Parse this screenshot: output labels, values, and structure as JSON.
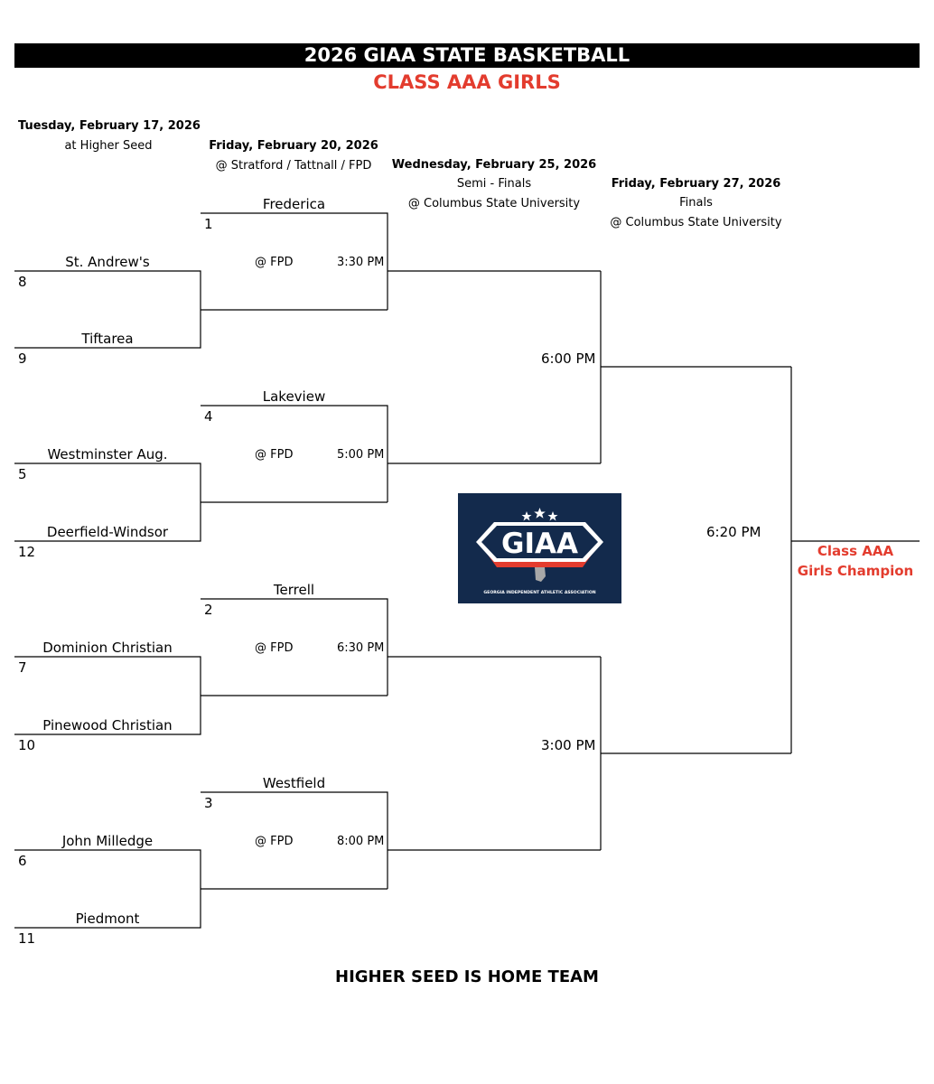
{
  "title": "2026 GIAA STATE BASKETBALL",
  "subtitle": "CLASS AAA GIRLS",
  "rounds": [
    {
      "date": "Tuesday, February 17, 2026",
      "venue": "at Higher Seed"
    },
    {
      "date": "Friday, February 20, 2026",
      "venue": "@ Stratford / Tattnall / FPD"
    },
    {
      "date": "Wednesday, February 25, 2026",
      "round": "Semi - Finals",
      "venue": "@ Columbus State University"
    },
    {
      "date": "Friday, February 27, 2026",
      "round": "Finals",
      "venue": "@ Columbus State University"
    }
  ],
  "first_round": [
    {
      "name": "St. Andrew's",
      "seed": "8"
    },
    {
      "name": "Tiftarea",
      "seed": "9"
    },
    {
      "name": "Westminster Aug.",
      "seed": "5"
    },
    {
      "name": "Deerfield-Windsor",
      "seed": "12"
    },
    {
      "name": "Dominion Christian",
      "seed": "7"
    },
    {
      "name": "Pinewood Christian",
      "seed": "10"
    },
    {
      "name": "John Milledge",
      "seed": "6"
    },
    {
      "name": "Piedmont",
      "seed": "11"
    }
  ],
  "quarterfinals": [
    {
      "name": "Frederica",
      "seed": "1",
      "site": "@ FPD",
      "time": "3:30 PM"
    },
    {
      "name": "Lakeview",
      "seed": "4",
      "site": "@ FPD",
      "time": "5:00 PM"
    },
    {
      "name": "Terrell",
      "seed": "2",
      "site": "@ FPD",
      "time": "6:30 PM"
    },
    {
      "name": "Westfield",
      "seed": "3",
      "site": "@ FPD",
      "time": "8:00 PM"
    }
  ],
  "semifinals": [
    {
      "time": "6:00 PM"
    },
    {
      "time": "3:00 PM"
    }
  ],
  "final": {
    "time": "6:20 PM"
  },
  "champion": {
    "line1": "Class AAA",
    "line2": "Girls Champion"
  },
  "footer": "HIGHER SEED IS HOME TEAM",
  "logo": {
    "text": "GIAA",
    "tagline": "GEORGIA INDEPENDENT ATHLETIC ASSOCIATION"
  },
  "colors": {
    "accent_red": "#e33c2e",
    "logo_navy": "#132a4c",
    "title_bar": "#000000"
  }
}
